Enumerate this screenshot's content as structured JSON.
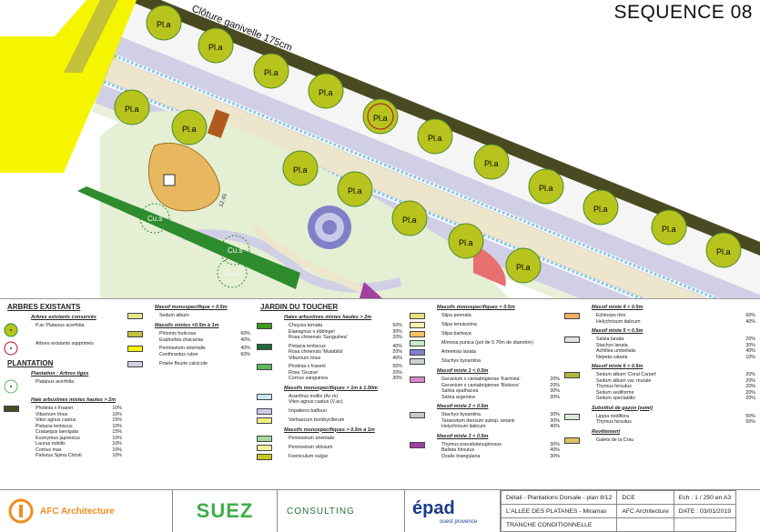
{
  "title": "SEQUENCE 08",
  "plan": {
    "fence_label": "Clôture ganivelle 175cm",
    "tree_label": "Pl.a",
    "cu_label": "Cu.s",
    "dim_label": "12.45",
    "colors": {
      "tree": "#b8c41e",
      "hedge": "#4a4a22",
      "path": "#ede6cc",
      "prairie": "#d0cfe6",
      "water": "#8ec6e6",
      "green": "#2e8b2e",
      "gravel": "#e8b860"
    }
  },
  "legend": {
    "columns": [
      {
        "sections": [
          {
            "heading": "ARBRES EXISTANTS",
            "type": "h1"
          },
          {
            "sub": "Arbres existants conservés",
            "items": [
              {
                "icon": "existing-tree",
                "names": [
                  "P.ac   Platanus acerfolia"
                ],
                "pcts": []
              }
            ]
          },
          {
            "items": [
              {
                "icon": "removed-tree",
                "names": [
                  "Arbres existants supprimés"
                ],
                "pcts": []
              }
            ]
          },
          {
            "heading": "PLANTATION",
            "type": "h1"
          },
          {
            "sub": "Plantation : Arbres tiges",
            "items": [
              {
                "icon": "new-tree",
                "names": [
                  "Platanus acerfolia"
                ],
                "pcts": []
              }
            ]
          },
          {
            "sub": "Haie arbustives mixtes hautes > 2m",
            "items": [
              {
                "color": "#4a4a22",
                "names": [
                  "Photinia x Fraseri",
                  "Viburnum tinus",
                  "Vitex agnus castus",
                  "Pistacia lentiscus",
                  "Crataegus laevigata",
                  "Euonymus japonicus",
                  "Laurus nobilis",
                  "Cornus mas",
                  "Paliurus Spina Christi"
                ],
                "pcts": [
                  "10%",
                  "10%",
                  "15%",
                  "10%",
                  "15%",
                  "10%",
                  "10%",
                  "10%",
                  "10%"
                ]
              }
            ]
          }
        ]
      },
      {
        "sections": [
          {
            "sub": "Massif monospecifique < 0.5m",
            "items": [
              {
                "color": "#e6e68a",
                "names": [
                  "Sedum album"
                ],
                "pcts": []
              }
            ]
          },
          {
            "sub": "Massifs mixtes <0.5m à 1m",
            "items": [
              {
                "color": "#c4c23a",
                "names": [
                  "Phlomis fruticosa",
                  "Euphorbia chacarias"
                ],
                "pcts": [
                  "60%",
                  "40%"
                ]
              },
              {
                "color": "#f5f500",
                "names": [
                  "Pennisetum orientalis",
                  "Centhrantus ruber"
                ],
                "pcts": [
                  "40%",
                  "60%"
                ]
              }
            ]
          },
          {
            "items": [
              {
                "color": "#d0cfe6",
                "names": [
                  "Prairie fleurie calcicole"
                ],
                "pcts": []
              }
            ]
          }
        ]
      },
      {
        "sections": [
          {
            "heading": "JARDIN DU TOUCHER",
            "type": "h1"
          },
          {
            "sub": "Haies arbustives mixtes hautes > 2m",
            "items": [
              {
                "color": "#3f9a1c",
                "names": [
                  "Choysia ternata",
                  "Elaeagnus x ebbingei",
                  "Rosa chinensis 'Sanguinea'"
                ],
                "pcts": [
                  "50%",
                  "30%",
                  "20%"
                ]
              },
              {
                "color": "#1f6b3a",
                "names": [
                  "Pistacia lentiscus",
                  "Rosa chinensis 'Mutabilis'",
                  "Viburnum tinus"
                ],
                "pcts": [
                  "40%",
                  "20%",
                  "40%"
                ]
              },
              {
                "color": "#5cb85c",
                "names": [
                  "Photinia x fraserii",
                  "Rosa 'Grusse'",
                  "Cornus sanguinea"
                ],
                "pcts": [
                  "50%",
                  "20%",
                  "30%"
                ]
              }
            ]
          },
          {
            "sub": "Massifs monospecifiques > 1m à 1.50m",
            "items": [
              {
                "color": "#cce8f4",
                "names": [
                  "Acanthus mollis (Ac.m)",
                  "Vitex agnus castus (V.ac)"
                ],
                "pcts": []
              },
              {
                "color": "#cfcde8",
                "names": [
                  "Impatiens balfouri"
                ],
                "pcts": []
              },
              {
                "color": "#f2f080",
                "names": [
                  "Verbascum bombyciferum"
                ],
                "pcts": []
              }
            ]
          },
          {
            "sub": "Massifs monospecifiques > 0.5m à 1m",
            "items": [
              {
                "color": "#a8d8a0",
                "names": [
                  "Pennisetum orientalis"
                ],
                "pcts": []
              },
              {
                "color": "#f0f0a0",
                "names": [
                  "Pennisetum villosum"
                ],
                "pcts": []
              },
              {
                "color": "#c8c820",
                "names": [
                  "Foeniculum vulgar"
                ],
                "pcts": []
              }
            ]
          }
        ]
      },
      {
        "sections": [
          {
            "sub": "Massifs monospecifiques < 0.5m",
            "items": [
              {
                "color": "#e4e47a",
                "names": [
                  "Stipa pennata"
                ],
                "pcts": []
              },
              {
                "color": "#f8f4b0",
                "names": [
                  "Stipa tenuissima"
                ],
                "pcts": []
              },
              {
                "color": "#f5c060",
                "names": [
                  "Stipa barbaya"
                ],
                "pcts": []
              },
              {
                "color": "#c8ecc8",
                "names": [
                  "Mimosa punica (pot de 0.70m de diamètre)"
                ],
                "pcts": []
              },
              {
                "color": "#8080c8",
                "names": [
                  "Artemisia lanata"
                ],
                "pcts": []
              },
              {
                "color": "#c8d4d4",
                "names": [
                  "Stachys byzantina"
                ],
                "pcts": []
              }
            ]
          },
          {
            "sub": "Massif mixte 1 < 0.5m",
            "items": [
              {
                "color": "#d888c8",
                "names": [
                  "Geranium x cantabrigiense 'Karmina'",
                  "Geranium x cantabrigiense 'Biokovo'",
                  "Salvia spathacea",
                  "Salvia argentea"
                ],
                "pcts": [
                  "20%",
                  "20%",
                  "30%",
                  "30%"
                ]
              }
            ]
          },
          {
            "sub": "Massif mixte 2 < 0.5m",
            "items": [
              {
                "color": "#c8c8c8",
                "names": [
                  "Stachys byzantina",
                  "Tanacetum densum subsp. amanii",
                  "Helychrisum italicum"
                ],
                "pcts": [
                  "30%",
                  "30%",
                  "40%"
                ]
              }
            ]
          },
          {
            "sub": "Massif mixte 3 < 0.5m",
            "items": [
              {
                "color": "#a040a0",
                "names": [
                  "Thymus pseudolanuginosus",
                  "Ballota hirsutus",
                  "Oxalis triangularia"
                ],
                "pcts": [
                  "30%",
                  "40%",
                  "30%"
                ]
              }
            ]
          }
        ]
      },
      {
        "sections": [
          {
            "sub": "Massif mixte 4 < 0.5m",
            "items": [
              {
                "color": "#f5b060",
                "names": [
                  "Echinops ritro",
                  "Helychrisum italicum"
                ],
                "pcts": [
                  "60%",
                  "40%"
                ]
              }
            ]
          },
          {
            "sub": "Massif mixte 5 < 0.5m",
            "items": [
              {
                "color": "#e0e0e0",
                "names": [
                  "Salvia lanata",
                  "Stachys lanata",
                  "Achillea umbellata",
                  "Nepeta cataria"
                ],
                "pcts": [
                  "20%",
                  "30%",
                  "40%",
                  "10%"
                ]
              }
            ]
          },
          {
            "sub": "Massif mixte 6 < 0.5m",
            "items": [
              {
                "color": "#b4b83a",
                "names": [
                  "Sedum album 'Coral Carpet'",
                  "Sedum album var. murale",
                  "Thymus hirsutus",
                  "Sedum sediforme",
                  "Sedum spectabilis"
                ],
                "pcts": [
                  "20%",
                  "20%",
                  "20%",
                  "20%",
                  "20%"
                ]
              }
            ]
          },
          {
            "sub": "Substitut de gazon (semi)",
            "items": [
              {
                "color": "#d8ecd8",
                "names": [
                  "Lippia nodiflora",
                  "Thymus hirsutus"
                ],
                "pcts": [
                  "50%",
                  "50%"
                ]
              }
            ]
          },
          {
            "sub": "Revêtement",
            "items": [
              {
                "color": "#e0c060",
                "names": [
                  "Galets de la Crau"
                ],
                "pcts": []
              }
            ]
          }
        ]
      }
    ]
  },
  "footer": {
    "afc": "AFC Architecture",
    "suez": "SUEZ",
    "consulting": "CONSULTING",
    "epad": "épad",
    "epad_sub": "ouest provence",
    "table": [
      [
        "Détail - Plantations Dorsale - plan 8/12",
        "DCE",
        "Ech : 1 / 250 en A3"
      ],
      [
        "L'ALLEE DES PLATANES - Miramas",
        "AFC Architecture",
        "DATE : 03/01/2019"
      ],
      [
        "TRANCHE CONDITIONNELLE",
        "",
        ""
      ]
    ]
  }
}
